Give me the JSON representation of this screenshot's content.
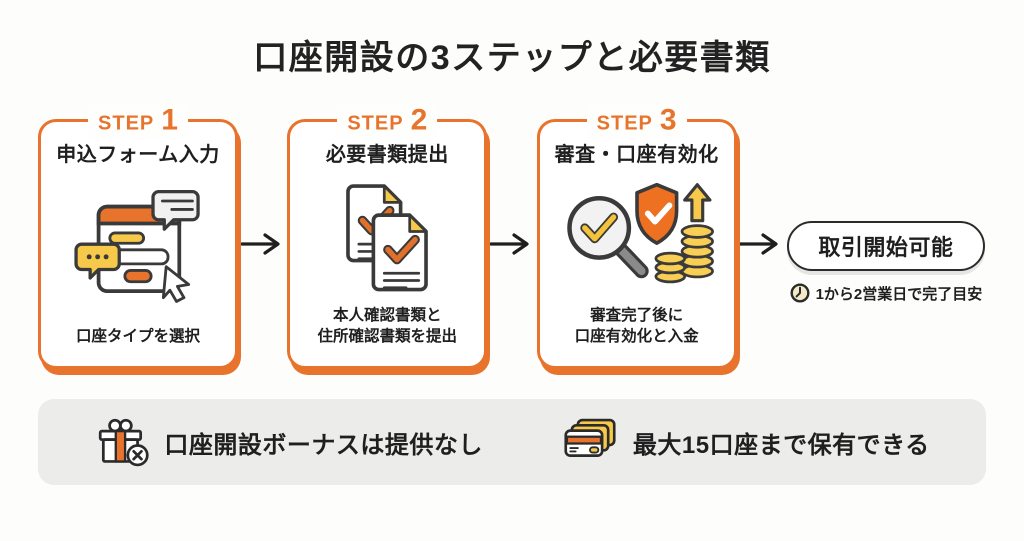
{
  "title": "口座開設の3ステップと必要書類",
  "steps": [
    {
      "label": "STEP",
      "number": "1",
      "title": "申込フォーム入力",
      "caption": "口座タイプを選択",
      "icon": "application-form-icon"
    },
    {
      "label": "STEP",
      "number": "2",
      "title": "必要書類提出",
      "caption": "本人確認書類と\n住所確認書類を提出",
      "icon": "documents-check-icon"
    },
    {
      "label": "STEP",
      "number": "3",
      "title": "審査・口座有効化",
      "caption": "審査完了後に\n口座有効化と入金",
      "icon": "review-activation-icon"
    }
  ],
  "result": {
    "button_label": "取引開始可能",
    "note": "1から2営業日で完了目安",
    "note_icon": "clock-icon"
  },
  "footer": {
    "items": [
      {
        "icon": "gift-crossed-icon",
        "text": "口座開設ボーナスは提供なし"
      },
      {
        "icon": "multiple-cards-icon",
        "text": "最大15口座まで保有できる"
      }
    ]
  },
  "colors": {
    "accent_orange": "#E8732C",
    "shield_orange": "#EE7122",
    "yellow": "#F7C94B",
    "dark_text": "#1F1F1F",
    "footer_bg": "#ECECEA",
    "page_bg": "#FDFDFB"
  }
}
